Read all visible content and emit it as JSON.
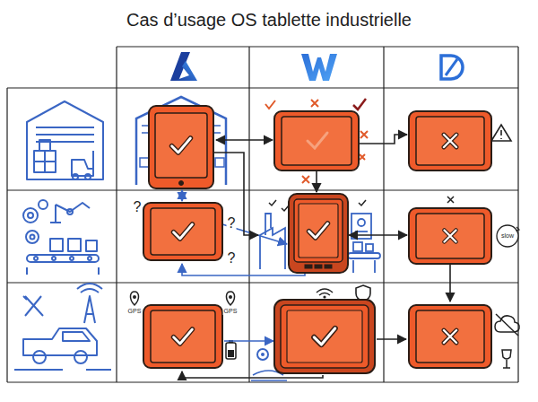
{
  "diagram": {
    "title": "Cas d’usage OS tablette industrielle",
    "labels": [
      "?",
      "?",
      "slow",
      "?",
      "GPS",
      "GPS"
    ]
  }
}
